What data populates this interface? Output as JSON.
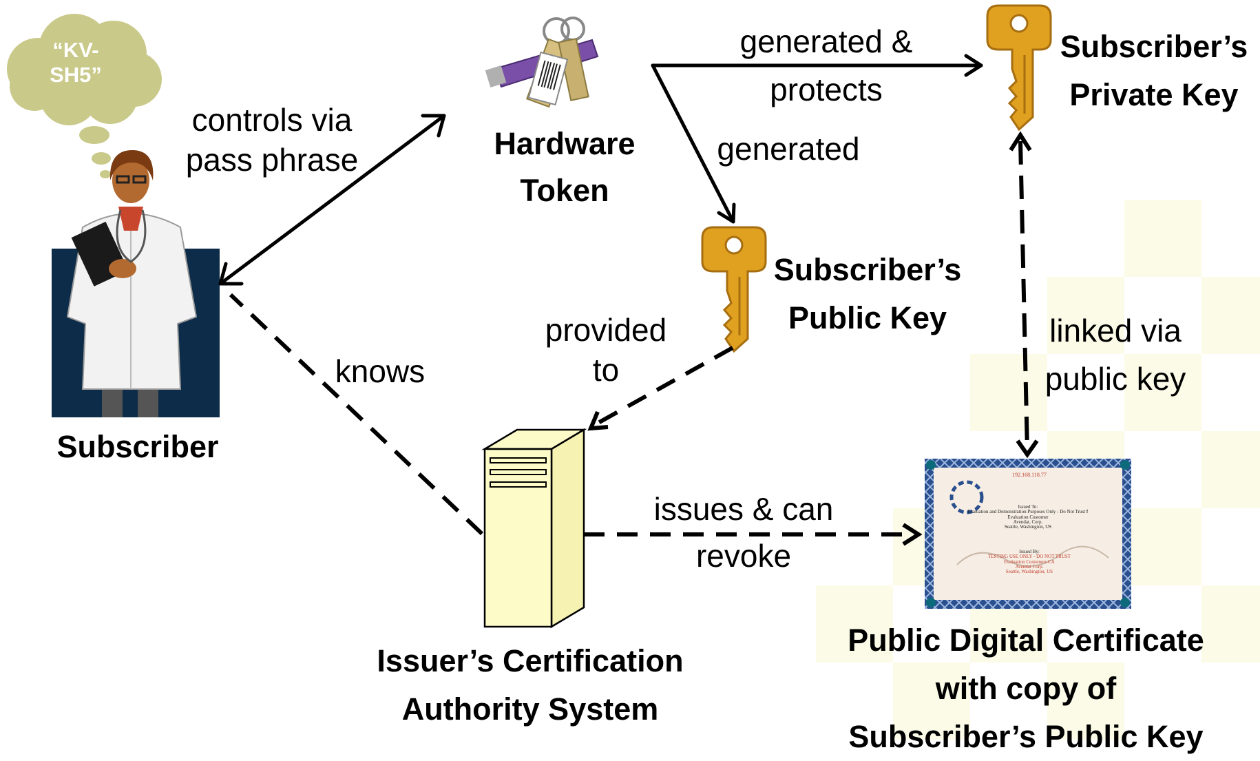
{
  "thought_bubble": {
    "line1": "“KV-",
    "line2": "SH5”"
  },
  "nodes": {
    "subscriber": "Subscriber",
    "hardware_token": {
      "line1": "Hardware",
      "line2": "Token"
    },
    "private_key": {
      "line1": "Subscriber’s",
      "line2": "Private Key"
    },
    "public_key": {
      "line1": "Subscriber’s",
      "line2": "Public Key"
    },
    "ca_system": {
      "line1": "Issuer’s Certification",
      "line2": "Authority System"
    },
    "certificate": {
      "line1": "Public Digital Certificate",
      "line2": "with copy of",
      "line3": "Subscriber’s Public Key"
    }
  },
  "edges": {
    "controls": {
      "line1": "controls via",
      "line2": "pass phrase"
    },
    "generated_protects": {
      "line1": "generated &",
      "line2": "protects"
    },
    "generated": "generated",
    "provided_to": {
      "line1": "provided",
      "line2": "to"
    },
    "knows": "knows",
    "linked": {
      "line1": "linked via",
      "line2": "public key"
    },
    "issues": {
      "line1": "issues & can",
      "line2": "revoke"
    }
  },
  "certificate_detail": {
    "ip": "192.168.118.77",
    "issued_to_label": "Issued To:",
    "issued_to_1": "Evaluation and Demonstration Purposes Only - Do Not Trust!!",
    "issued_to_2": "Evaluation Customer",
    "issued_to_3": "Avendat, Corp.",
    "issued_to_4": "Seattle, Washington, US",
    "issued_by_label": "Issued By:",
    "issued_by_1": "TESTING USE ONLY - DO NOT TRUST",
    "issued_by_2": "Evaluation Customers CA",
    "issued_by_3": "Avendat Corp.",
    "issued_by_4": "Seattle, Washington, US"
  },
  "colors": {
    "bubble": "#c9c98a",
    "key_gold": "#e0a020",
    "key_dark": "#a66e10",
    "ca_box": "#fdfbc8",
    "subscriber_bg": "#0c2c4a",
    "certificate_border": "#2a4f8f",
    "checker": "#fbfbe8"
  }
}
